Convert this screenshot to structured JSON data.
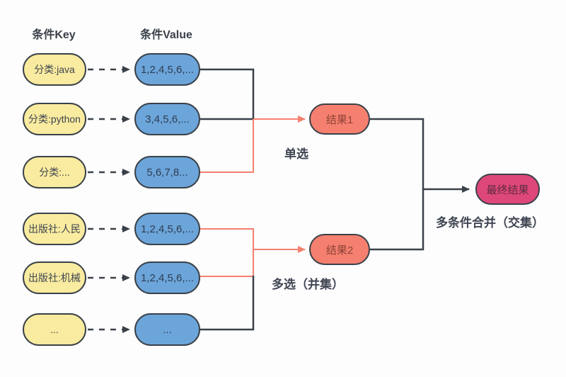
{
  "headers": {
    "key": "条件Key",
    "value": "条件Value"
  },
  "rows": [
    {
      "key": "分类:java",
      "value": "1,2,4,5,6,..."
    },
    {
      "key": "分类:python",
      "value": "3,4,5,6,..."
    },
    {
      "key": "分类:...",
      "value": "5,6,7,8..."
    },
    {
      "key": "出版社:人民",
      "value": "1,2,4,5,6,..."
    },
    {
      "key": "出版社:机械",
      "value": "1,2,4,5,6,..."
    },
    {
      "key": "...",
      "value": "..."
    }
  ],
  "results": [
    {
      "label": "结果1",
      "caption": "单选"
    },
    {
      "label": "结果2",
      "caption": "多选（并集）"
    }
  ],
  "final": {
    "label": "最终结果",
    "caption": "多条件合并（交集）"
  },
  "colors": {
    "background": "#FDFDFD",
    "outline_dark": "#3A4149",
    "key_fill": "#F9EB9F",
    "value_fill": "#6CA5DA",
    "result_fill": "#F5806F",
    "final_fill": "#DE4779",
    "edge_dark": "#3A4149",
    "edge_red": "#F5806F"
  }
}
